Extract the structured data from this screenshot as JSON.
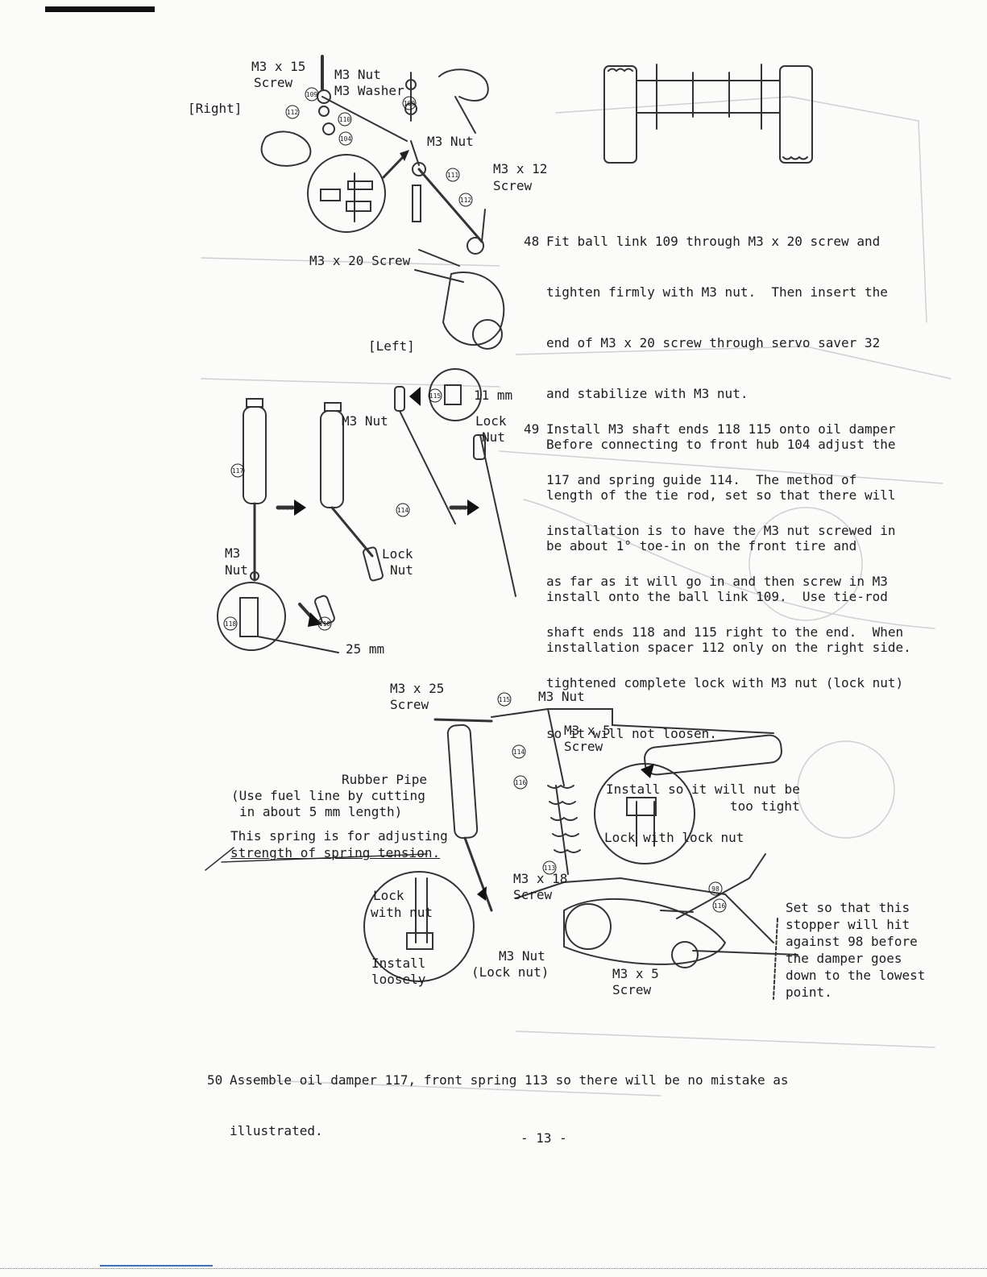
{
  "labels": {
    "right": "[Right]",
    "left": "[Left]",
    "m3x15": "M3 x 15",
    "screw_a": "Screw",
    "m3nut_a": "M3 Nut",
    "m3washer": "M3 Washer",
    "m3nut_b": "M3 Nut",
    "m3x12": "M3 x 12",
    "screw_b": "Screw",
    "m3x20screw": "M3 x 20 Screw",
    "m3nut_c": "M3 Nut",
    "lock_a": "Lock",
    "nut_a": "Nut",
    "mm11": "11 mm",
    "m3_d": "M3",
    "nut_d": "Nut",
    "lock_e": "Lock",
    "nut_e": "Nut",
    "mm25": "25 mm",
    "m3x25": "M3 x 25",
    "screw_c": "Screw",
    "m3nut_f": "M3 Nut",
    "m3x5_a": "M3 x 5",
    "screw_d": "Screw",
    "rubber_pipe": "Rubber Pipe",
    "fuel_line_1": "(Use fuel line by cutting",
    "fuel_line_2": "in about 5 mm length)",
    "spring_adj_1": "This spring is for adjusting",
    "spring_adj_2": "strength of spring tension.",
    "install_so_1": "Install so it will nut be",
    "install_so_2": "too tight",
    "lock_with_lock_nut": "Lock with lock nut",
    "m3x18": "M3 x 18",
    "screw_e": "Screw",
    "lock_f": "Lock",
    "with_nut": "with nut",
    "install_loosely_1": "Install",
    "install_loosely_2": "loosely",
    "m3nut_g": "M3 Nut",
    "lock_nut_paren": "(Lock nut)",
    "m3x5_b": "M3 x 5",
    "screw_f": "Screw",
    "stopper_1": "Set so that this",
    "stopper_2": "stopper will hit",
    "stopper_3": "against 98 before",
    "stopper_4": "the damper goes",
    "stopper_5": "down to the lowest",
    "stopper_6": "point."
  },
  "parts": [
    "109",
    "112",
    "110",
    "104",
    "32",
    "111",
    "115",
    "117",
    "114",
    "118",
    "116",
    "113",
    "98"
  ],
  "steps": {
    "s48": {
      "number": "48",
      "lines": [
        "Fit ball link 109 through M3 x 20 screw and",
        "tighten firmly with M3 nut.  Then insert the",
        "end of M3 x 20 screw through servo saver 32",
        "and stabilize with M3 nut.",
        "Before connecting to front hub 104 adjust the",
        "length of the tie rod, set so that there will",
        "be about 1° toe-in on the front tire and",
        "install onto the ball link 109.  Use tie-rod",
        "installation spacer 112 only on the right side."
      ]
    },
    "s49": {
      "number": "49",
      "lines": [
        "Install M3 shaft ends 118 115 onto oil damper",
        "117 and spring guide 114.  The method of",
        "installation is to have the M3 nut screwed in",
        "as far as it will go in and then screw in M3",
        "shaft ends 118 and 115 right to the end.  When",
        "tightened complete lock with M3 nut (lock nut)",
        "so it will not loosen."
      ]
    },
    "s50": {
      "number": "50",
      "lines": [
        "Assemble oil damper 117, front spring 113 so there will be no mistake as",
        "illustrated."
      ]
    }
  },
  "page_number": "- 13 -"
}
